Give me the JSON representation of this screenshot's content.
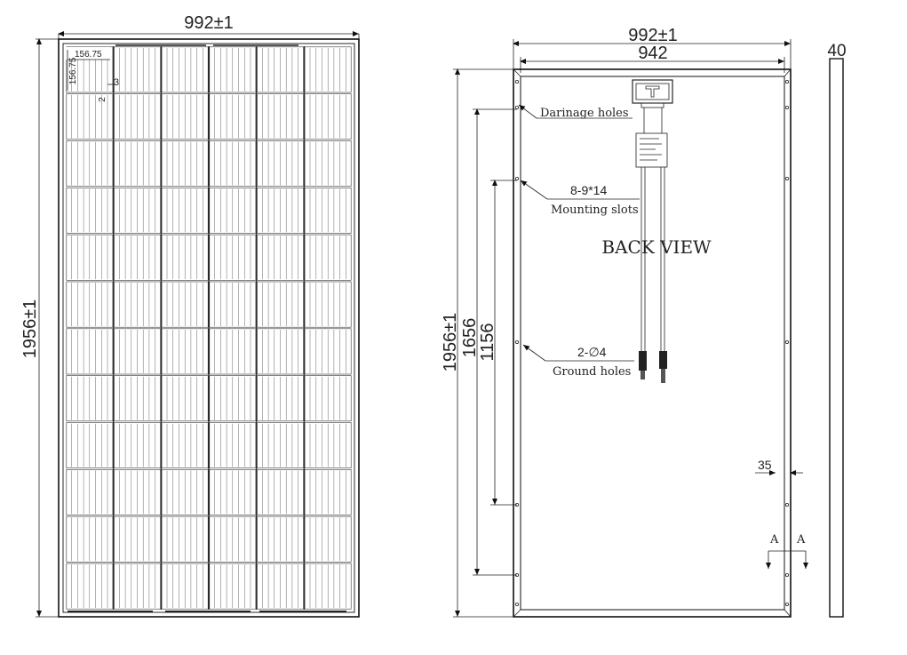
{
  "front_view": {
    "width_dim": "992±1",
    "height_dim": "1956±1",
    "cell_width_dim": "156.75",
    "cell_height_dim": "156.75",
    "gap_dim_a": "2",
    "gap_dim_b": "3",
    "rows": 12,
    "cols": 6
  },
  "back_view": {
    "title": "BACK  VIEW",
    "outer_width_dim": "992±1",
    "inner_width_dim": "942",
    "height_dim": "1956±1",
    "mount_spacing_dim": "1656",
    "ground_spacing_dim": "1156",
    "drainage_label": "Darinage holes",
    "mounting_spec": "8-9*14",
    "mounting_label": "Mounting slots",
    "ground_spec": "2-∅4",
    "ground_label": "Ground holes",
    "frame_edge_dim": "35",
    "section_label_left": "A",
    "section_label_right": "A"
  },
  "side_view": {
    "thickness_dim": "40"
  },
  "colors": {
    "line": "#111111",
    "background": "#ffffff"
  }
}
